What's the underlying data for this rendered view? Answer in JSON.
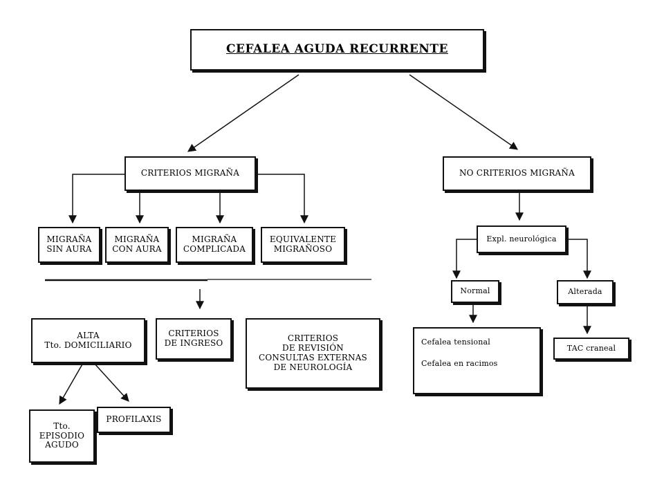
{
  "diagram": {
    "root": "CEFALEA AGUDA RECURRENTE",
    "criterios_migrana": "CRITERIOS MIGRAÑA",
    "no_criterios_migrana": "NO CRITERIOS MIGRAÑA",
    "migrana_sin_aura": [
      "MIGRAÑA",
      "SIN AURA"
    ],
    "migrana_con_aura": [
      "MIGRAÑA",
      "CON AURA"
    ],
    "migrana_complicada": [
      "MIGRAÑA",
      "COMPLICADA"
    ],
    "equivalente_migranoso": [
      "EQUIVALENTE",
      "MIGRAÑOSO"
    ],
    "alta": [
      "ALTA",
      "Tto. DOMICILIARIO"
    ],
    "criterios_ingreso": [
      "CRITERIOS",
      "DE INGRESO"
    ],
    "criterios_revision": [
      "CRITERIOS",
      "DE REVISIÓN",
      "CONSULTAS EXTERNAS",
      "DE NEUROLOGÍA"
    ],
    "tto_episodio": [
      "Tto.",
      "EPISODIO",
      "AGUDO"
    ],
    "profilaxis": "PROFILAXIS",
    "expl_neurologica": "Expl. neurológica",
    "normal": "Normal",
    "alterada": "Alterada",
    "normal_result": [
      "Cefalea tensional",
      "Cefalea en racimos"
    ],
    "tac_craneal": "TAC craneal"
  }
}
